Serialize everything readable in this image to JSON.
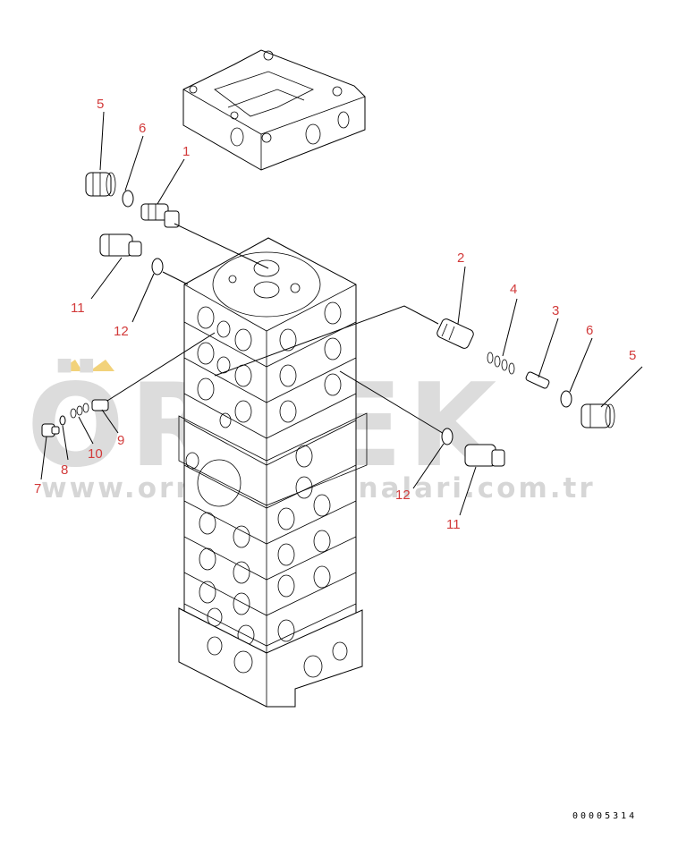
{
  "watermark": {
    "brand": "ÖRNEK",
    "url": "www.ornekismakinalari.com.tr",
    "accent_color": "#f2d27a"
  },
  "callouts": [
    {
      "id": "c5a",
      "label": "5"
    },
    {
      "id": "c6a",
      "label": "6"
    },
    {
      "id": "c1",
      "label": "1"
    },
    {
      "id": "c11a",
      "label": "11"
    },
    {
      "id": "c12a",
      "label": "12"
    },
    {
      "id": "c2",
      "label": "2"
    },
    {
      "id": "c4",
      "label": "4"
    },
    {
      "id": "c3",
      "label": "3"
    },
    {
      "id": "c6b",
      "label": "6"
    },
    {
      "id": "c5b",
      "label": "5"
    },
    {
      "id": "c9",
      "label": "9"
    },
    {
      "id": "c10",
      "label": "10"
    },
    {
      "id": "c8",
      "label": "8"
    },
    {
      "id": "c7",
      "label": "7"
    },
    {
      "id": "c12b",
      "label": "12"
    },
    {
      "id": "c11b",
      "label": "11"
    }
  ],
  "document_number": "00005314",
  "colors": {
    "callout": "#d23a3a",
    "line": "#000000",
    "watermark": "#dcdcdc"
  }
}
